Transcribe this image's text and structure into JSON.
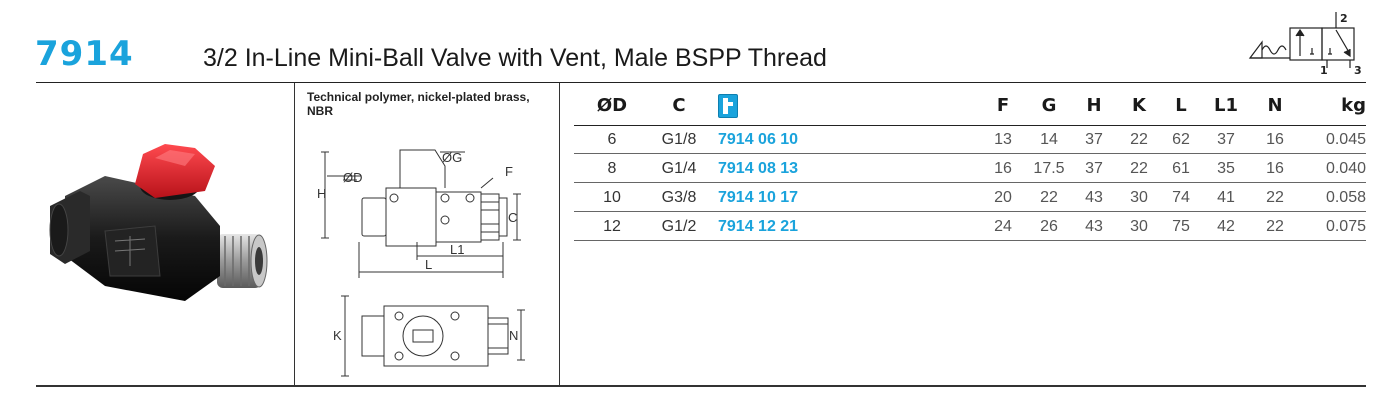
{
  "product": {
    "code": "7914",
    "title": "3/2 In-Line Mini-Ball Valve with Vent, Male BSPP Thread",
    "material": "Technical polymer, nickel-plated brass, NBR"
  },
  "symbol": {
    "port_1": "1",
    "port_2": "2",
    "port_3": "3"
  },
  "drawing_labels": {
    "od": "ØD",
    "og": "ØG",
    "f": "F",
    "h": "H",
    "c": "C",
    "l1": "L1",
    "l": "L",
    "k": "K",
    "n": "N"
  },
  "table": {
    "headers": {
      "od": "ØD",
      "c": "C",
      "f": "F",
      "g": "G",
      "h": "H",
      "k": "K",
      "l": "L",
      "l1": "L1",
      "n": "N",
      "kg": "kg"
    },
    "part_icon": "part-number-icon",
    "rows": [
      {
        "od": "6",
        "c": "G1/8",
        "part": "7914 06 10",
        "f": "13",
        "g": "14",
        "h": "37",
        "k": "22",
        "l": "62",
        "l1": "37",
        "n": "16",
        "kg": "0.045"
      },
      {
        "od": "8",
        "c": "G1/4",
        "part": "7914 08 13",
        "f": "16",
        "g": "17.5",
        "h": "37",
        "k": "22",
        "l": "61",
        "l1": "35",
        "n": "16",
        "kg": "0.040"
      },
      {
        "od": "10",
        "c": "G3/8",
        "part": "7914 10 17",
        "f": "20",
        "g": "22",
        "h": "43",
        "k": "30",
        "l": "74",
        "l1": "41",
        "n": "22",
        "kg": "0.058"
      },
      {
        "od": "12",
        "c": "G1/2",
        "part": "7914 12 21",
        "f": "24",
        "g": "26",
        "h": "43",
        "k": "30",
        "l": "75",
        "l1": "42",
        "n": "22",
        "kg": "0.075"
      }
    ]
  },
  "colors": {
    "accent": "#1aa3dc",
    "handle": "#e0202a",
    "body": "#1c1c1c",
    "thread": "#b9b9b9"
  }
}
